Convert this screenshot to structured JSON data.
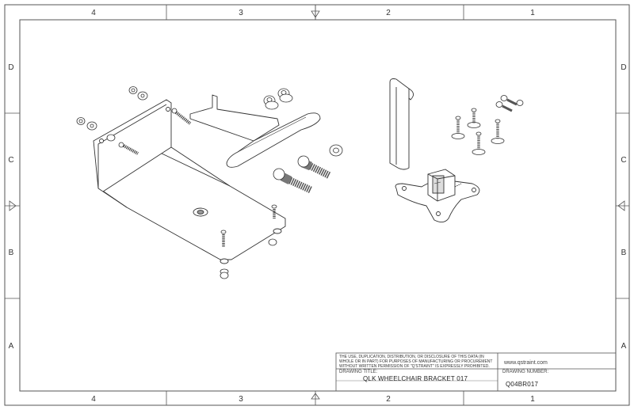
{
  "border": {
    "columns": [
      "4",
      "3",
      "2",
      "1"
    ],
    "rows": [
      "D",
      "C",
      "B",
      "A"
    ]
  },
  "title_block": {
    "disclaimer": "THE USE, DUPLICATION, DISTRIBUTION, OR DISCLOSURE OF THIS DATA (IN WHOLE OR IN PART) FOR PURPOSES OF MANUFACTURING OR PROCUREMENT WITHOUT WRITTEN PERMISSION OF \"Q'STRAINT\" IS EXPRESSLY PROHIBITED.",
    "website": "www.qstraint.com",
    "drawing_title_label": "DRAWING TITLE:",
    "drawing_title": "QLK WHEELCHAIR BRACKET 017",
    "drawing_number_label": "DRAWING NUMBER:",
    "drawing_number": "Q04BR017"
  }
}
